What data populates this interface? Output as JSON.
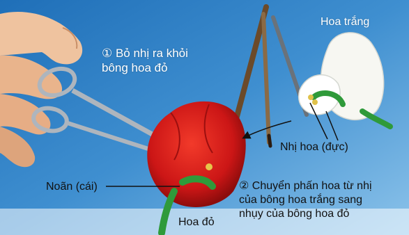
{
  "labels": {
    "step1_line1": "① Bỏ nhị ra khỏi",
    "step1_line2": "bông hoa đỏ",
    "ovule": "Noãn (cái)",
    "red_flower": "Hoa đỏ",
    "white_flower": "Hoa trắng",
    "stamen": "Nhị hoa (đực)",
    "step2_line1": "② Chuyển phấn hoa từ nhị",
    "step2_line2": "của bông hoa trắng sang",
    "step2_line3": "nhụy của bông hoa đỏ"
  },
  "colors": {
    "background": "#3a86c8",
    "red_flower": "#d81e1e",
    "white_flower": "#f7f7f2",
    "stem": "#2f9a3a",
    "skin": "#efc39f",
    "steel": "#b9bfc6"
  }
}
